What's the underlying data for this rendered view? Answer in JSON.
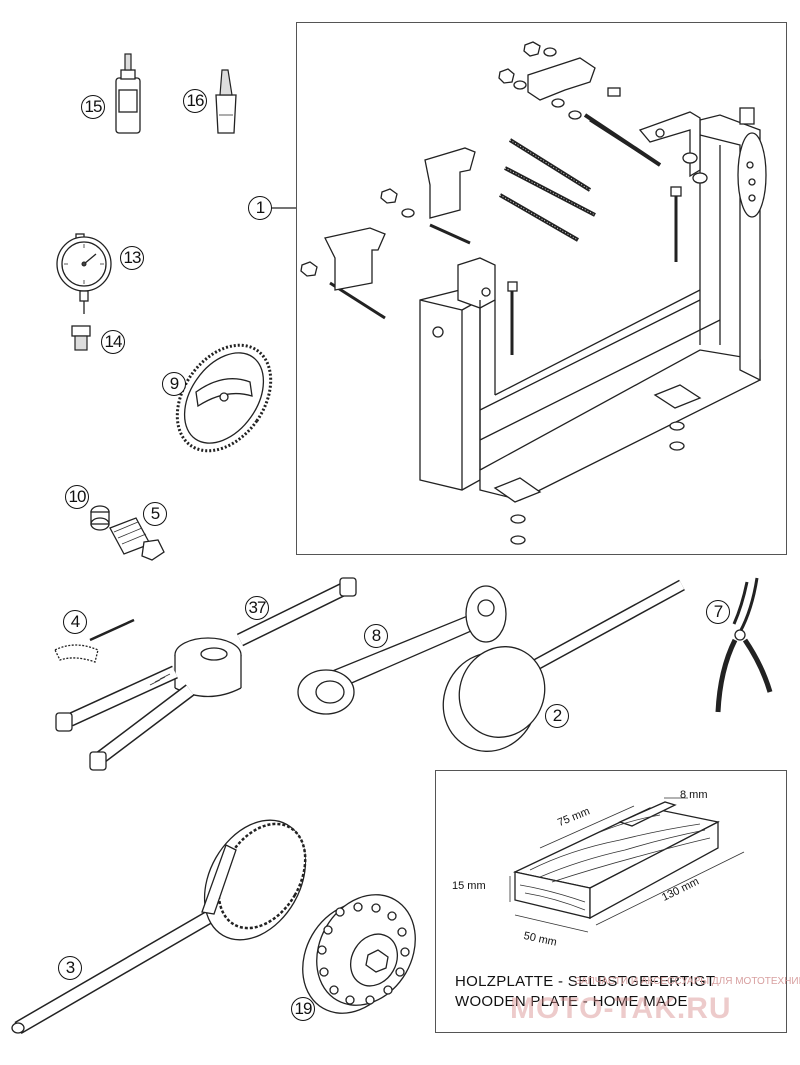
{
  "callouts": {
    "c1": "1",
    "c2": "2",
    "c3": "3",
    "c4": "4",
    "c5": "5",
    "c7": "7",
    "c8": "8",
    "c9": "9",
    "c10": "10",
    "c13": "13",
    "c14": "14",
    "c15": "15",
    "c16": "16",
    "c19": "19",
    "c37": "37"
  },
  "wooden_plate": {
    "dim_8": "8 mm",
    "dim_75": "75 mm",
    "dim_15": "15 mm",
    "dim_130": "130 mm",
    "dim_50": "50 mm",
    "caption_de": "HOLZPLATTE - SELBSTGEFERTIGT",
    "caption_en": "WOODEN PLATE - HOME MADE"
  },
  "watermark": {
    "top": "ЗАПЧАСТИ И АКСЕССУАРЫ ДЛЯ МОТОТЕХНИКИ",
    "main": "MOTO-TAK.RU"
  },
  "colors": {
    "line": "#222222",
    "watermark": "#d8a0a0"
  }
}
